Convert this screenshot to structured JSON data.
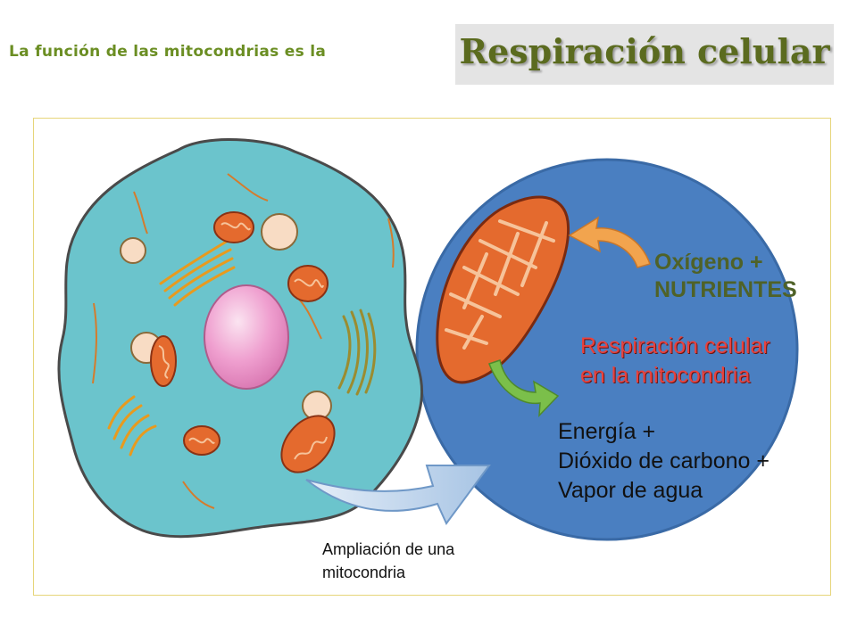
{
  "header": {
    "subtitle": "La función de las mitocondrias es la",
    "title": "Respiración celular"
  },
  "diagram": {
    "label_input_line1": "Oxígeno +",
    "label_input_line2": "NUTRIENTES",
    "label_process_line1": "Respiración celular",
    "label_process_line2": "en la mitocondria",
    "label_output_line1": "Energía +",
    "label_output_line2": "Dióxido de carbono +",
    "label_output_line3": "Vapor de agua",
    "label_zoom_line1": "Ampliación de una",
    "label_zoom_line2": "mitocondria"
  },
  "colors": {
    "title": "#5b6b1f",
    "subtitle": "#6b8e23",
    "cell": "#6bc4cc",
    "zoom_circle": "#4a7fc1",
    "mitochondria": "#e46a2e",
    "process_text": "#e8423e",
    "input_text": "#4f6228"
  },
  "icons": [
    "orange-curved-arrow-icon",
    "green-curved-arrow-icon",
    "zoom-arrow-icon"
  ]
}
